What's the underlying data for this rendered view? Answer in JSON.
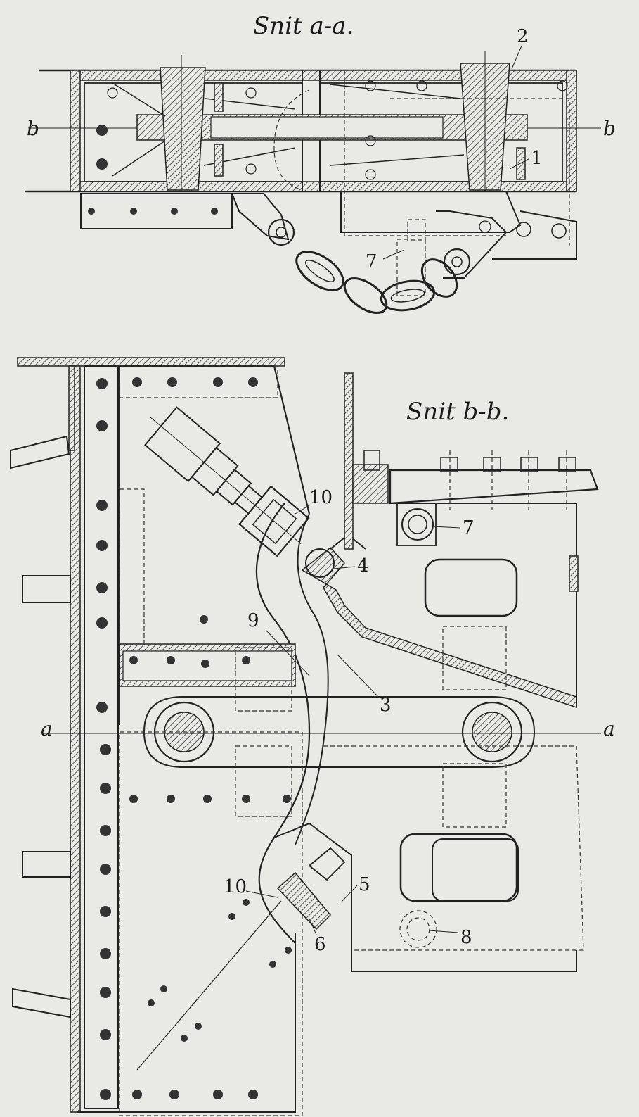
{
  "titles": {
    "section_a": "Snit a-a.",
    "section_b": "Snit b-b."
  },
  "labels": {
    "top": {
      "l1": "1",
      "l2": "2",
      "l7": "7",
      "b_left": "b",
      "b_right": "b"
    },
    "bottom": {
      "l3": "3",
      "l4": "4",
      "l5": "5",
      "l6": "6",
      "l7": "7",
      "l8": "8",
      "l9": "9",
      "l10_upper": "10",
      "l10_lower": "10",
      "a_left": "a",
      "a_right": "a"
    }
  }
}
